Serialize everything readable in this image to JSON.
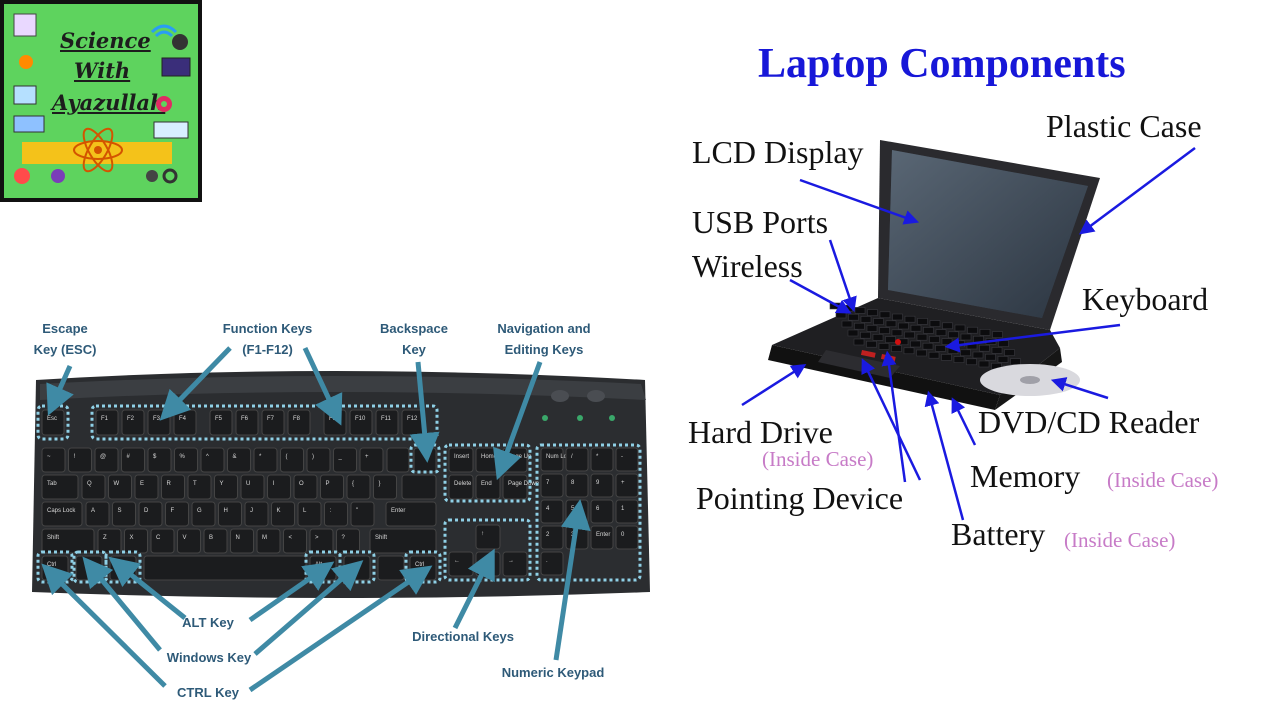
{
  "logo": {
    "line1": "Science",
    "line2": "With",
    "line3": "Ayazullah"
  },
  "keyboard": {
    "labels": {
      "escape_1": "Escape",
      "escape_2": "Key (ESC)",
      "function_1": "Function Keys",
      "function_2": "(F1-F12)",
      "backspace_1": "Backspace",
      "backspace_2": "Key",
      "navigation_1": "Navigation and",
      "navigation_2": "Editing Keys",
      "alt": "ALT Key",
      "windows": "Windows Key",
      "ctrl": "CTRL Key",
      "directional": "Directional Keys",
      "numeric": "Numeric Keypad"
    },
    "fkeys": [
      "F1",
      "F2",
      "F3",
      "F4",
      "F5",
      "F6",
      "F7",
      "F8",
      "F9",
      "F10",
      "F11",
      "F12"
    ],
    "row1": [
      "~",
      "!",
      "@",
      "#",
      "$",
      "%",
      "^",
      "&",
      "*",
      "(",
      ")",
      "_",
      "+"
    ],
    "row2": [
      "Tab",
      "Q",
      "W",
      "E",
      "R",
      "T",
      "Y",
      "U",
      "I",
      "O",
      "P",
      "{",
      "}"
    ],
    "row3": [
      "Caps Lock",
      "A",
      "S",
      "D",
      "F",
      "G",
      "H",
      "J",
      "K",
      "L",
      ":",
      "\"",
      "Enter"
    ],
    "row4": [
      "Shift",
      "Z",
      "X",
      "C",
      "V",
      "B",
      "N",
      "M",
      "<",
      ">",
      "?",
      "Shift"
    ],
    "row5": [
      "Ctrl",
      "",
      "Alt",
      "",
      "Alt",
      "",
      "",
      "Ctrl"
    ],
    "nav": [
      "Insert",
      "Home",
      "Page Up",
      "Delete",
      "End",
      "Page Down"
    ],
    "numpad": [
      "Num Lock",
      "/",
      "*",
      "-",
      "7",
      "8",
      "9",
      "+",
      "4",
      "5",
      "6",
      "1",
      "2",
      "3",
      "Enter",
      "0",
      "."
    ]
  },
  "laptop": {
    "title": "Laptop Components",
    "labels": {
      "lcd": "LCD Display",
      "usb": "USB Ports",
      "wireless": "Wireless",
      "plastic": "Plastic Case",
      "keyboard": "Keyboard",
      "hard_drive": "Hard Drive",
      "dvd": "DVD/CD Reader",
      "memory": "Memory",
      "pointing": "Pointing Device",
      "battery": "Battery",
      "inside_case": "(Inside Case)"
    },
    "colors": {
      "title": "#1717d8",
      "arrow": "#1a1ae0",
      "inside_case": "#c77bc7"
    }
  },
  "colors": {
    "kb_label": "#2e5a78",
    "kb_arrow": "#3f8aa5",
    "logo_bg": "#5ed35e"
  }
}
